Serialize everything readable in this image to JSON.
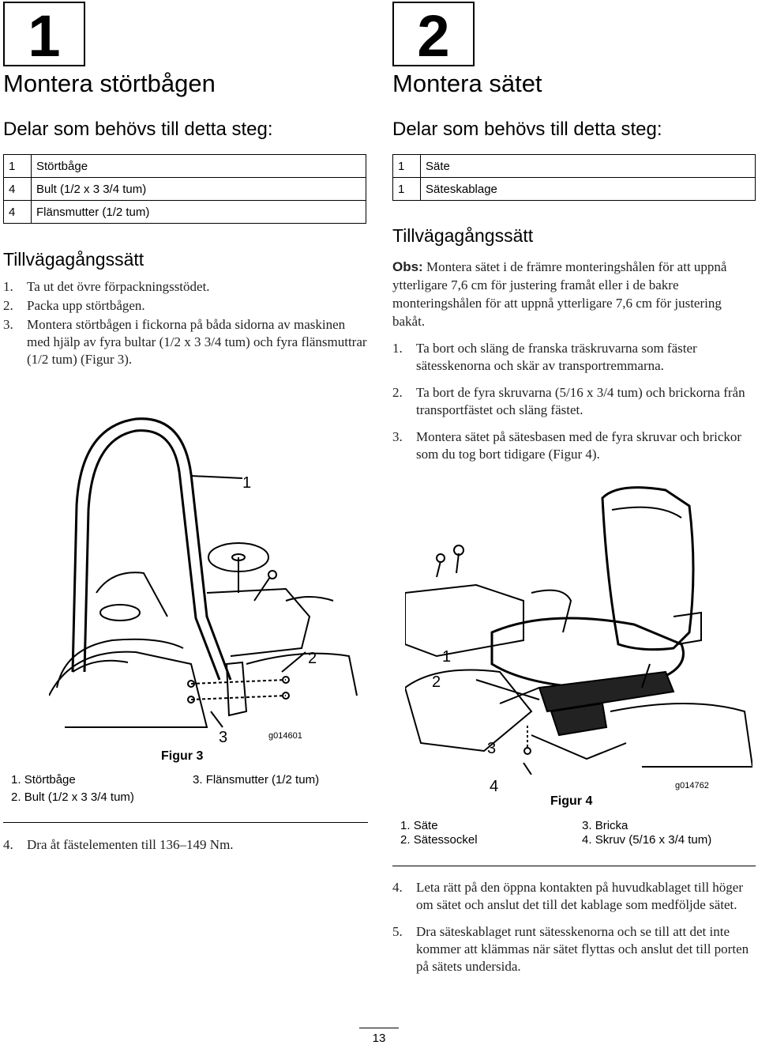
{
  "left": {
    "step_number": "1",
    "title": "Montera störtbågen",
    "parts_heading": "Delar som behövs till detta steg:",
    "parts": [
      {
        "qty": "1",
        "name": "Störtbåge"
      },
      {
        "qty": "4",
        "name": "Bult (1/2 x 3 3/4 tum)"
      },
      {
        "qty": "4",
        "name": "Flänsmutter (1/2 tum)"
      }
    ],
    "procedure_heading": "Tillvägagångssätt",
    "steps": [
      {
        "num": "1.",
        "text": "Ta ut det övre förpackningsstödet."
      },
      {
        "num": "2.",
        "text": "Packa upp störtbågen."
      },
      {
        "num": "3.",
        "text": "Montera störtbågen i fickorna på båda sidorna av maskinen med hjälp av fyra bultar (1/2 x 3 3/4 tum) och fyra flänsmuttrar (1/2 tum) (Figur 3)."
      }
    ],
    "figure": {
      "title": "Figur 3",
      "gnum": "g014601",
      "callouts": [
        "1",
        "2",
        "3"
      ],
      "legend": [
        {
          "num": "1.",
          "text": "Störtbåge"
        },
        {
          "num": "2.",
          "text": "Bult (1/2 x 3 3/4 tum)"
        },
        {
          "num": "3.",
          "text": "Flänsmutter (1/2 tum)"
        }
      ]
    },
    "step4": {
      "num": "4.",
      "text": "Dra åt fästelementen till 136–149 Nm."
    }
  },
  "right": {
    "step_number": "2",
    "title": "Montera sätet",
    "parts_heading": "Delar som behövs till detta steg:",
    "parts": [
      {
        "qty": "1",
        "name": "Säte"
      },
      {
        "qty": "1",
        "name": "Säteskablage"
      }
    ],
    "procedure_heading": "Tillvägagångssätt",
    "note_label": "Obs:",
    "note_text": "Montera sätet i de främre monteringshålen för att uppnå ytterligare 7,6 cm för justering framåt eller i de bakre monteringshålen för att uppnå ytterligare 7,6 cm för justering bakåt.",
    "steps": [
      {
        "num": "1.",
        "text": "Ta bort och släng de franska träskruvarna som fäster sätesskenorna och skär av transportremmarna."
      },
      {
        "num": "2.",
        "text": "Ta bort de fyra skruvarna (5/16 x 3/4 tum) och brickorna från transportfästet och släng fästet."
      },
      {
        "num": "3.",
        "text": "Montera sätet på sätesbasen med de fyra skruvar och brickor som du tog bort tidigare (Figur 4)."
      }
    ],
    "figure": {
      "title": "Figur 4",
      "gnum": "g014762",
      "callouts": [
        "1",
        "2",
        "3",
        "4"
      ],
      "legend": [
        {
          "num": "1.",
          "text": "Säte"
        },
        {
          "num": "2.",
          "text": "Sätessockel"
        },
        {
          "num": "3.",
          "text": "Bricka"
        },
        {
          "num": "4.",
          "text": "Skruv (5/16 x 3/4 tum)"
        }
      ]
    },
    "steps_after": [
      {
        "num": "4.",
        "text": "Leta rätt på den öppna kontakten på huvudkablaget till höger om sätet och anslut det till det kablage som medföljde sätet."
      },
      {
        "num": "5.",
        "text": "Dra säteskablaget runt sätesskenorna och se till att det inte kommer att klämmas när sätet flyttas och anslut det till porten på sätets undersida."
      }
    ]
  },
  "page_number": "13"
}
